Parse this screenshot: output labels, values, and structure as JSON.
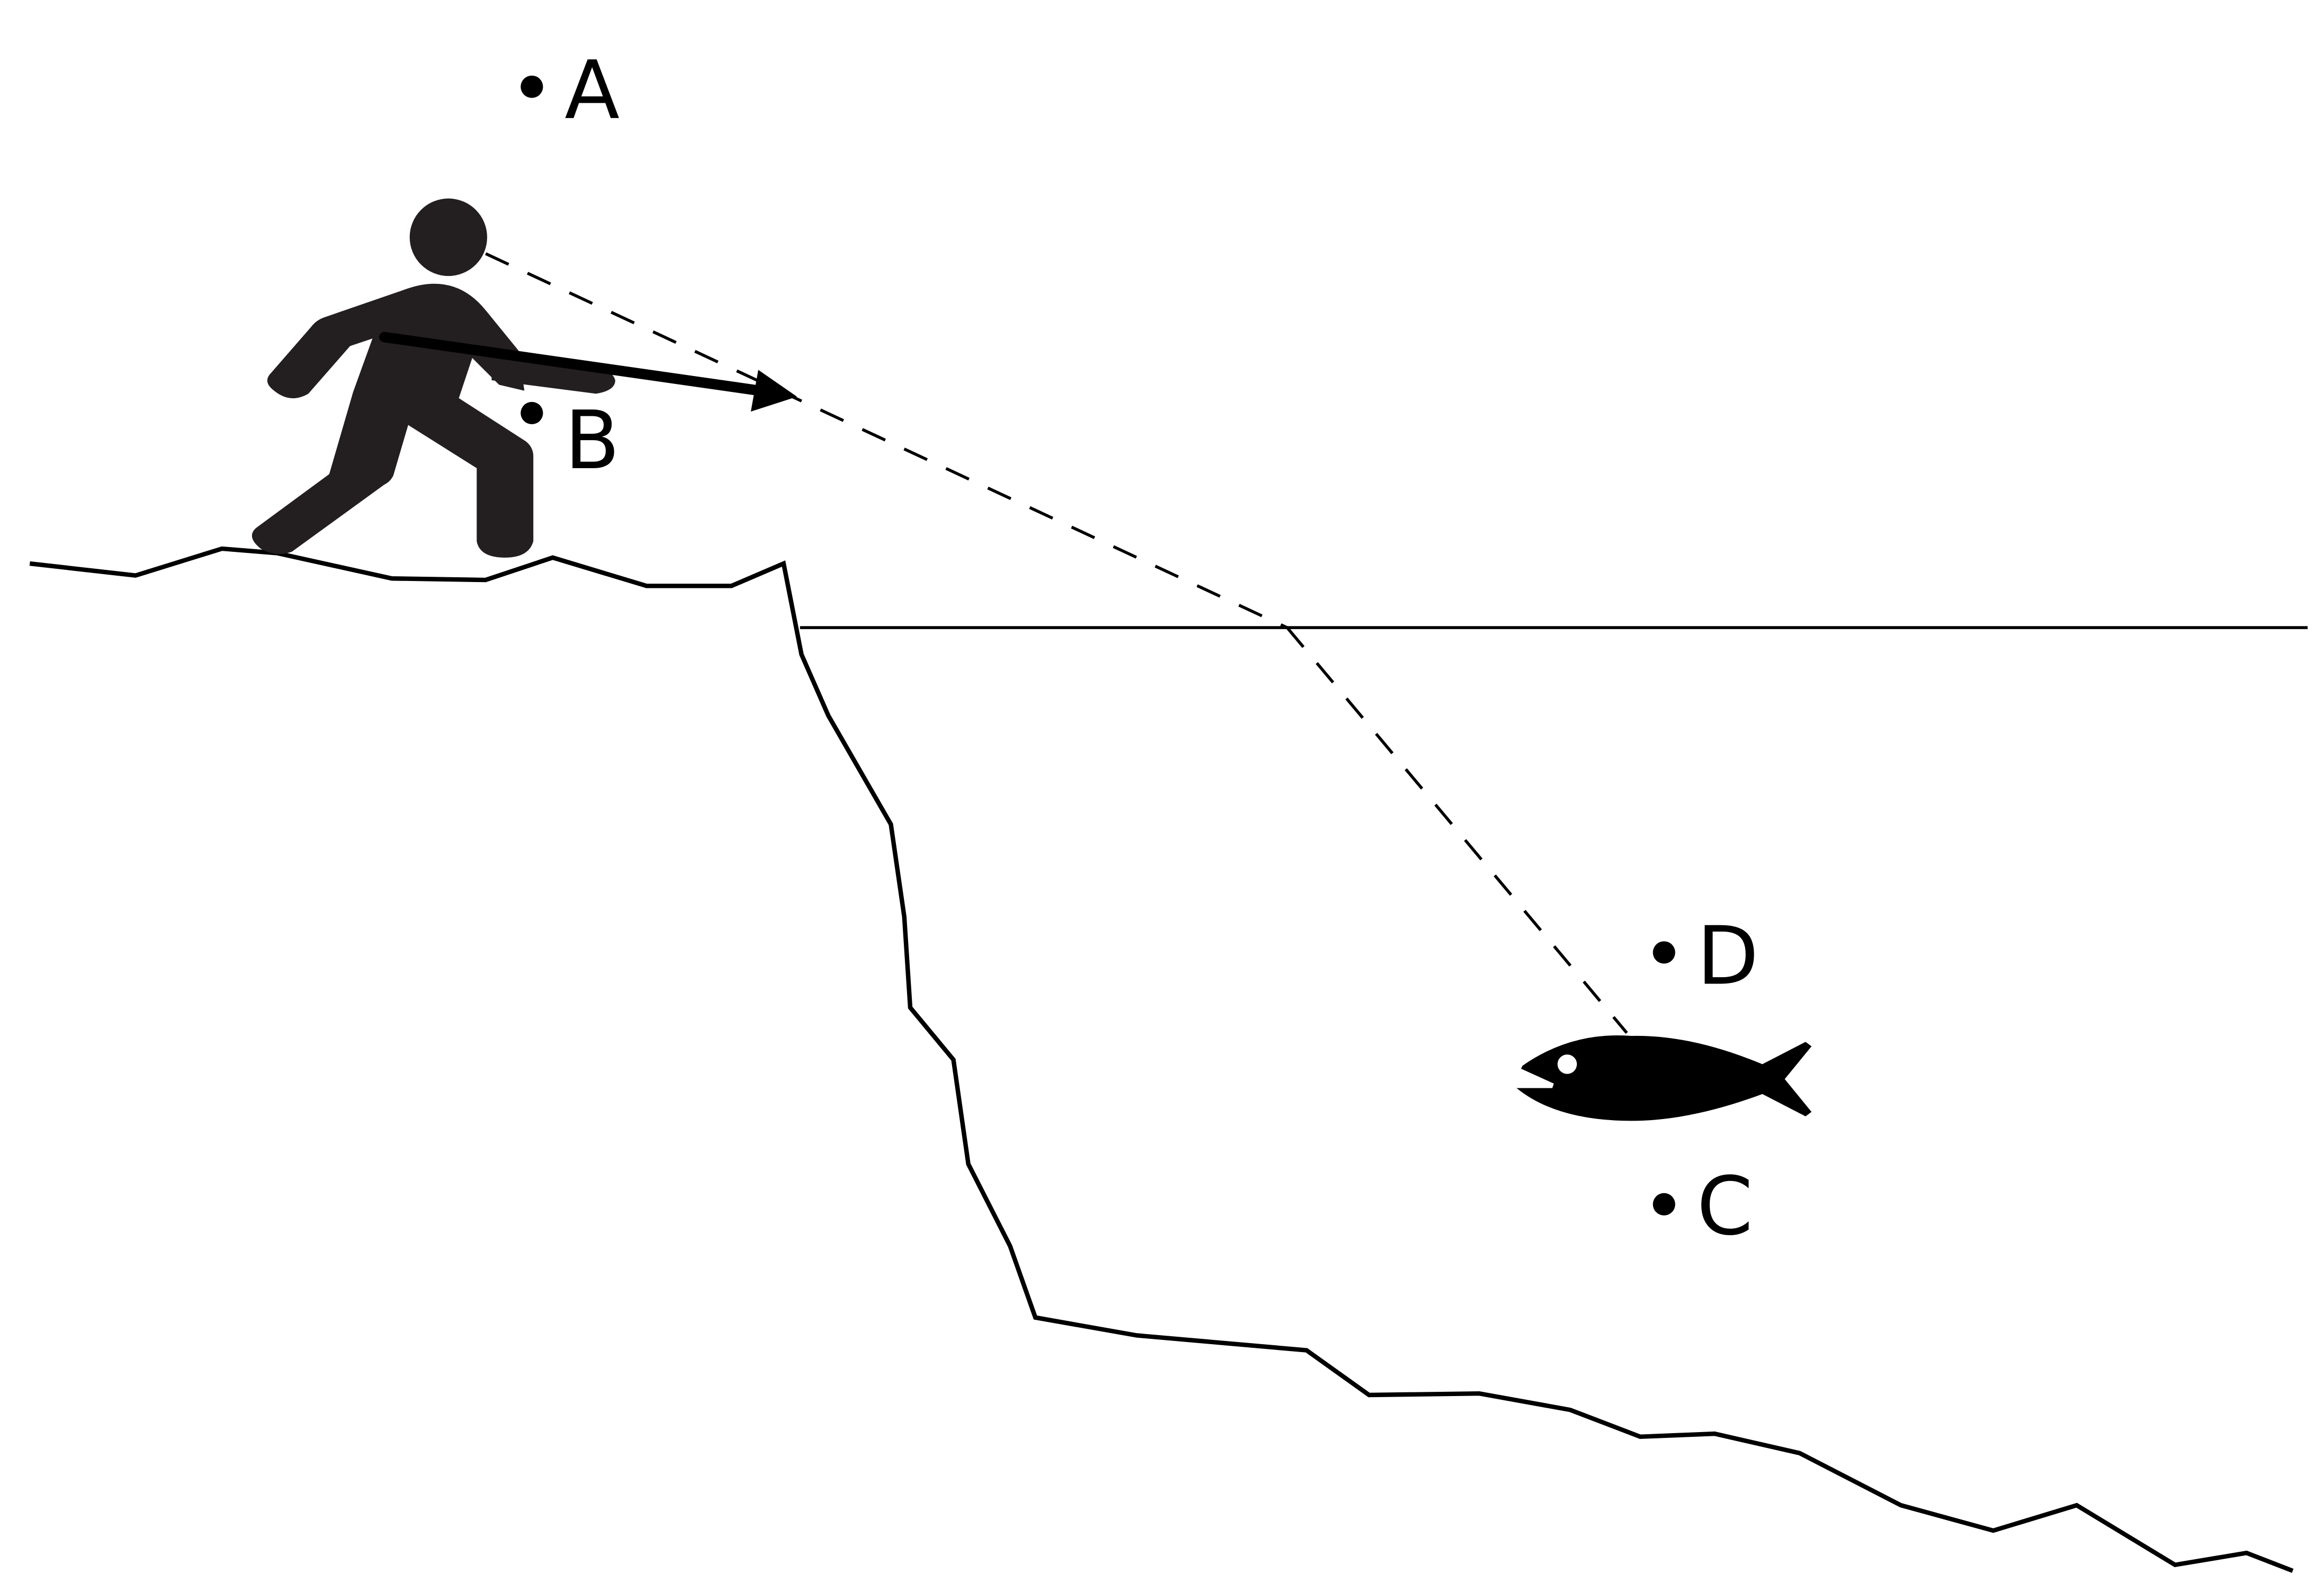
{
  "colors": {
    "ink": "#000000",
    "figure": "#231f20",
    "background": "#ffffff"
  },
  "labels": {
    "a": "A",
    "b": "B",
    "c": "C",
    "d": "D"
  },
  "icons": {
    "person": "spear-fisher-figure",
    "fish": "fish-icon",
    "spear": "spear-arrow"
  }
}
